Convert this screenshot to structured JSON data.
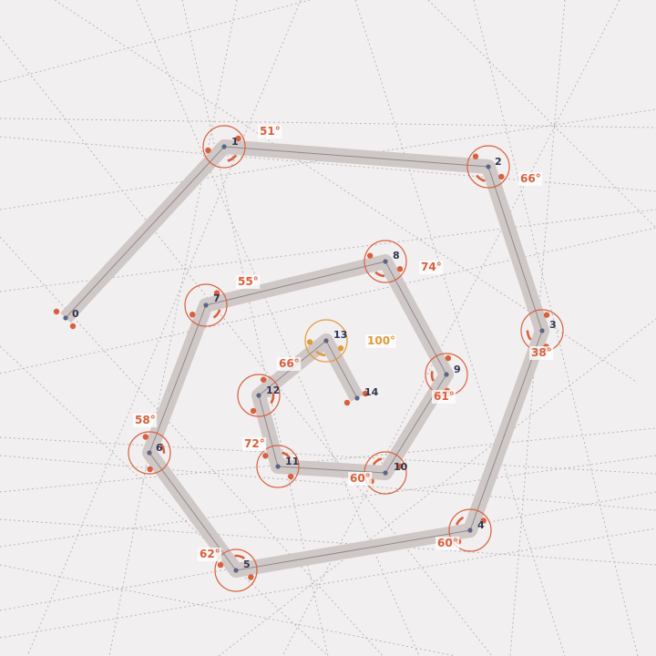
{
  "colors": {
    "background": "#f1eff0",
    "construction_line": "#b9b6b8",
    "path_band": "#d0c8c7",
    "path_line": "#8e8a8d",
    "accent": "#d9603c",
    "accent_alt": "#e39a3a",
    "vertex": "#5a6688",
    "label": "#2f3550",
    "angle_label_bg": "#ffffff"
  },
  "vertices": [
    {
      "id": "0",
      "label": "0"
    },
    {
      "id": "1",
      "label": "1",
      "angle": "51°"
    },
    {
      "id": "2",
      "label": "2",
      "angle": "66°"
    },
    {
      "id": "3",
      "label": "3",
      "angle": "38°"
    },
    {
      "id": "4",
      "label": "4",
      "angle": "60°"
    },
    {
      "id": "5",
      "label": "5",
      "angle": "62°"
    },
    {
      "id": "6",
      "label": "6",
      "angle": "58°"
    },
    {
      "id": "7",
      "label": "7",
      "angle": "55°"
    },
    {
      "id": "8",
      "label": "8",
      "angle": "74°"
    },
    {
      "id": "9",
      "label": "9",
      "angle": "61°"
    },
    {
      "id": "10",
      "label": "10",
      "angle": "60°"
    },
    {
      "id": "11",
      "label": "11",
      "angle": "72°"
    },
    {
      "id": "12",
      "label": "12",
      "angle": "66°"
    },
    {
      "id": "13",
      "label": "13",
      "angle": "100°",
      "highlight": true
    },
    {
      "id": "14",
      "label": "14"
    }
  ]
}
